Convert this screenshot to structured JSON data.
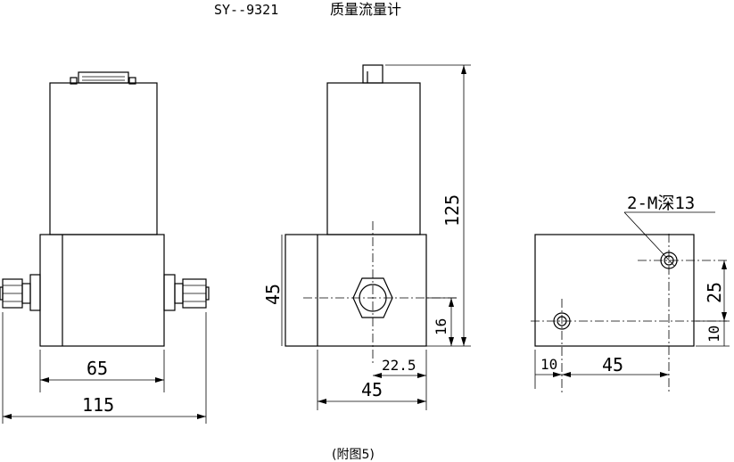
{
  "title": {
    "model": "SY--9321",
    "name": "质量流量计"
  },
  "caption": "(附图5)",
  "front_view": {
    "dim_body_width": "65",
    "dim_total_width": "115"
  },
  "side_view": {
    "dim_height": "45",
    "dim_total_height": "125",
    "dim_port_height": "16",
    "dim_port_offset": "22.5",
    "dim_width": "45"
  },
  "bottom_view": {
    "hole_note": "2-M深13",
    "dim_hole_y": "25",
    "dim_edge_y": "10",
    "dim_edge_x": "10",
    "dim_hole_x": "45"
  }
}
